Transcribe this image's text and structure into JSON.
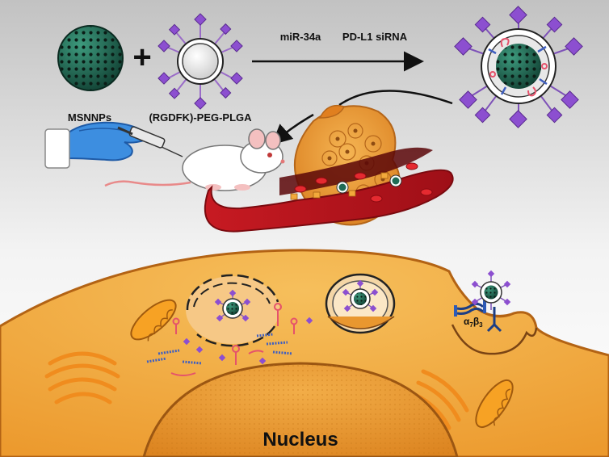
{
  "labels": {
    "mir": "miR-34a",
    "sirna": "PD-L1 siRNA",
    "msnnps": "MSNNPs",
    "polymer": "(RGDFK)-PEG-PLGA",
    "plus": "+",
    "integrin_alpha": "α",
    "integrin_alpha_sub": "7",
    "integrin_beta": "β",
    "integrin_beta_sub": "3",
    "nucleus": "Nucleus"
  },
  "colors": {
    "background_top": "#c4c4c4",
    "background_mid": "#f2f2f2",
    "nanoparticle": "#1f6b55",
    "ligand": "#9b5fd0",
    "cell": "#f2a93b",
    "nucleus": "#e9972f",
    "blood": "#b5121b",
    "tumor": "#e4902f",
    "glove": "#3d8ee0",
    "mir_rna": "#e5526b",
    "sirna": "#3f5fc0",
    "integrin": "#1c3e84"
  },
  "icons": [
    "syringe-icon",
    "mouse-icon",
    "mitochondrion-icon",
    "golgi-icon",
    "endosome-icon",
    "integrin-receptor-icon"
  ]
}
